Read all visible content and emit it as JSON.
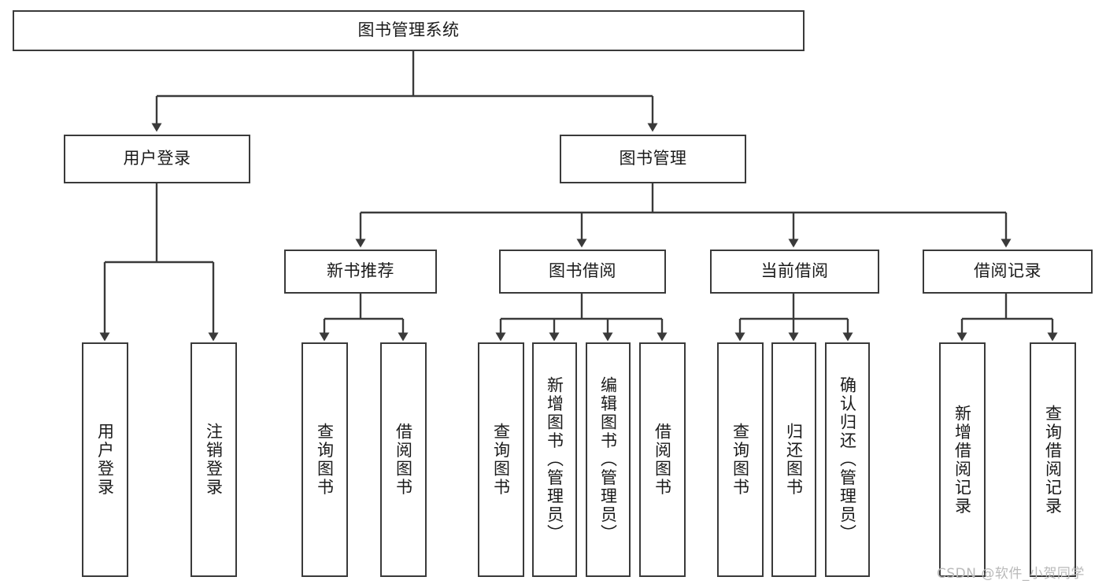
{
  "diagram": {
    "type": "tree",
    "title": "图书管理系统",
    "watermark": "CSDN @软件_小贺同学",
    "colors": {
      "box_border": "#3a3a3a",
      "box_fill": "#ffffff",
      "line": "#3a3a3a",
      "text": "#1a1a1a",
      "watermark": "#b9b9b9",
      "background": "#ffffff"
    },
    "root": {
      "label": "图书管理系统"
    },
    "level1": [
      {
        "label": "用户登录"
      },
      {
        "label": "图书管理"
      }
    ],
    "level2": [
      {
        "label": "新书推荐"
      },
      {
        "label": "图书借阅"
      },
      {
        "label": "当前借阅"
      },
      {
        "label": "借阅记录"
      }
    ],
    "leaves": {
      "user_login": [
        {
          "label": "用户登录"
        },
        {
          "label": "注销登录"
        }
      ],
      "new_book_recommend": [
        {
          "label": "查询图书"
        },
        {
          "label": "借阅图书"
        }
      ],
      "book_borrow": [
        {
          "label": "查询图书"
        },
        {
          "label": "新增图书（管理员）"
        },
        {
          "label": "编辑图书（管理员）"
        },
        {
          "label": "借阅图书"
        }
      ],
      "current_borrow": [
        {
          "label": "查询图书"
        },
        {
          "label": "归还图书"
        },
        {
          "label": "确认归还（管理员）"
        }
      ],
      "borrow_records": [
        {
          "label": "新增借阅记录"
        },
        {
          "label": "查询借阅记录"
        }
      ]
    }
  }
}
